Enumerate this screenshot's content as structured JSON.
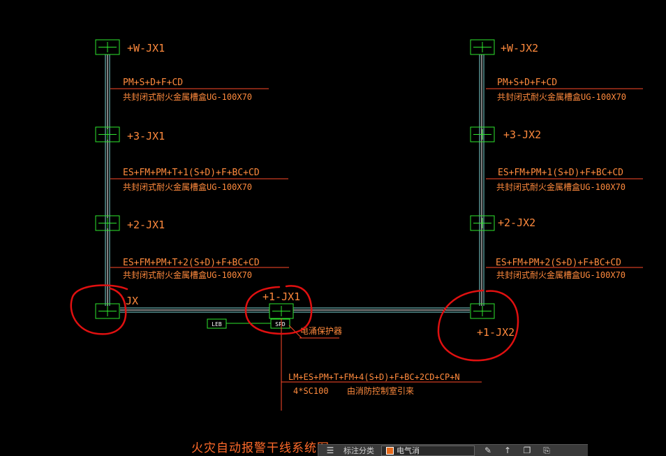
{
  "diagram": {
    "title": "火灾自动报警干线系统图",
    "colors": {
      "background": "#000000",
      "box": "#2ee62e",
      "riser": "#7fd9d9",
      "text": "#ff8a3d",
      "leader": "#ff4a2a",
      "annotation": "#e01010",
      "title": "#ff6a2a"
    },
    "left": {
      "boxes": [
        {
          "label": "+W-JX1"
        },
        {
          "label": "+3-JX1"
        },
        {
          "label": "+2-JX1"
        },
        {
          "label": "JX"
        }
      ],
      "cables": [
        {
          "line1": "PM+S+D+F+CD",
          "line2": "共封闭式耐火金属槽盒UG-100X70"
        },
        {
          "line1": "ES+FM+PM+T+1(S+D)+F+BC+CD",
          "line2": "共封闭式耐火金属槽盒UG-100X70"
        },
        {
          "line1": "ES+FM+PM+T+2(S+D)+F+BC+CD",
          "line2": "共封闭式耐火金属槽盒UG-100X70"
        }
      ]
    },
    "right": {
      "boxes": [
        {
          "label": "+W-JX2"
        },
        {
          "label": "+3-JX2"
        },
        {
          "label": "+2-JX2"
        },
        {
          "label": "+1-JX2"
        }
      ],
      "cables": [
        {
          "line1": "PM+S+D+F+CD",
          "line2": "共封闭式耐火金属槽盒UG-100X70"
        },
        {
          "line1": "ES+FM+PM+1(S+D)+F+BC+CD",
          "line2": "共封闭式耐火金属槽盒UG-100X70"
        },
        {
          "line1": "ES+FM+PM+2(S+D)+F+BC+CD",
          "line2": "共封闭式耐火金属槽盒UG-100X70"
        }
      ]
    },
    "middle": {
      "box_label": "+1-JX1",
      "leb_label": "LEB",
      "spd_label": "SPD",
      "surge_label": "电涌保护器",
      "incoming_line1": "LM+ES+PM+T+FM+4(S+D)+F+BC+2CD+CP+N",
      "incoming_line2a": "4*SC100",
      "incoming_line2b": "由消防控制室引来"
    }
  },
  "toolbar": {
    "label": "标注分类",
    "layer_name": "电气消"
  }
}
